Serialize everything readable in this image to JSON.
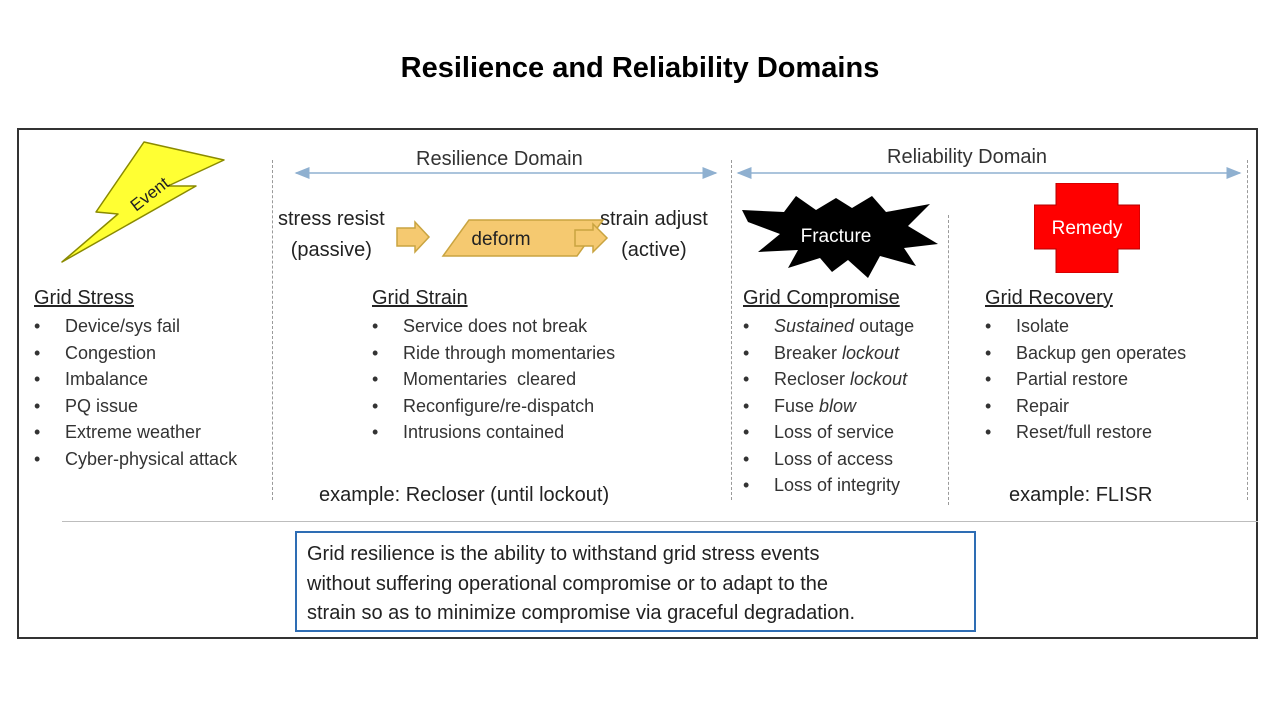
{
  "title": "Resilience and Reliability Domains",
  "domains": {
    "resilience": "Resilience Domain",
    "reliability": "Reliability Domain"
  },
  "event": {
    "label": "Event",
    "color": "#ffff33"
  },
  "deform": {
    "left_line1": "stress resist",
    "left_line2": "(passive)",
    "center": "deform",
    "right_line1": "strain adjust",
    "right_line2": "(active)",
    "fill_color": "#f5c970"
  },
  "fracture": {
    "label": "Fracture"
  },
  "remedy": {
    "label": "Remedy",
    "color": "#ff0000"
  },
  "columns": {
    "stress": {
      "title": "Grid Stress",
      "items": [
        {
          "text": "Device/sys fail"
        },
        {
          "text": "Congestion"
        },
        {
          "text": "Imbalance"
        },
        {
          "text": "PQ issue"
        },
        {
          "text": "Extreme weather"
        },
        {
          "text": "Cyber-physical attack"
        }
      ]
    },
    "strain": {
      "title": "Grid Strain",
      "items": [
        {
          "text": "Service does not break"
        },
        {
          "text": "Ride through momentaries"
        },
        {
          "text": "Momentaries  cleared"
        },
        {
          "text": "Reconfigure/re-dispatch"
        },
        {
          "text": "Intrusions contained"
        }
      ],
      "example": "example: Recloser (until lockout)"
    },
    "compromise": {
      "title": "Grid Compromise",
      "items": [
        {
          "pre": "",
          "em": "Sustained",
          "post": " outage"
        },
        {
          "pre": "Breaker ",
          "em": "lockout",
          "post": ""
        },
        {
          "pre": "Recloser ",
          "em": "lockout",
          "post": ""
        },
        {
          "pre": "Fuse ",
          "em": "blow",
          "post": ""
        },
        {
          "pre": "Loss of service",
          "em": "",
          "post": ""
        },
        {
          "pre": "Loss of access",
          "em": "",
          "post": ""
        },
        {
          "pre": "Loss of integrity",
          "em": "",
          "post": ""
        }
      ]
    },
    "recovery": {
      "title": "Grid Recovery",
      "items": [
        {
          "text": "Isolate"
        },
        {
          "text": "Backup gen operates"
        },
        {
          "text": "Partial restore"
        },
        {
          "text": "Repair"
        },
        {
          "text": "Reset/full restore"
        }
      ],
      "example": "example: FLISR"
    }
  },
  "definition": {
    "line1": "Grid resilience is the ability to withstand grid stress events",
    "line2": "without suffering operational compromise or to adapt to the",
    "line3": "strain so as to minimize compromise via graceful degradation."
  },
  "colors": {
    "frame": "#333333",
    "domain_arrow": "#8fb0d0",
    "definition_border": "#2e6db4",
    "arrow_fill": "#f5c970",
    "arrow_stroke": "#c9a440"
  }
}
